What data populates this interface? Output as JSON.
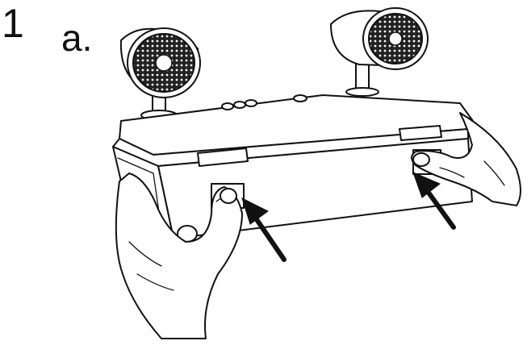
{
  "step": {
    "number": "1",
    "sub_step": "a."
  },
  "illustration": {
    "icon": "emergency-light-battery-release-diagram",
    "line_color": "#111111",
    "background": "#ffffff"
  }
}
